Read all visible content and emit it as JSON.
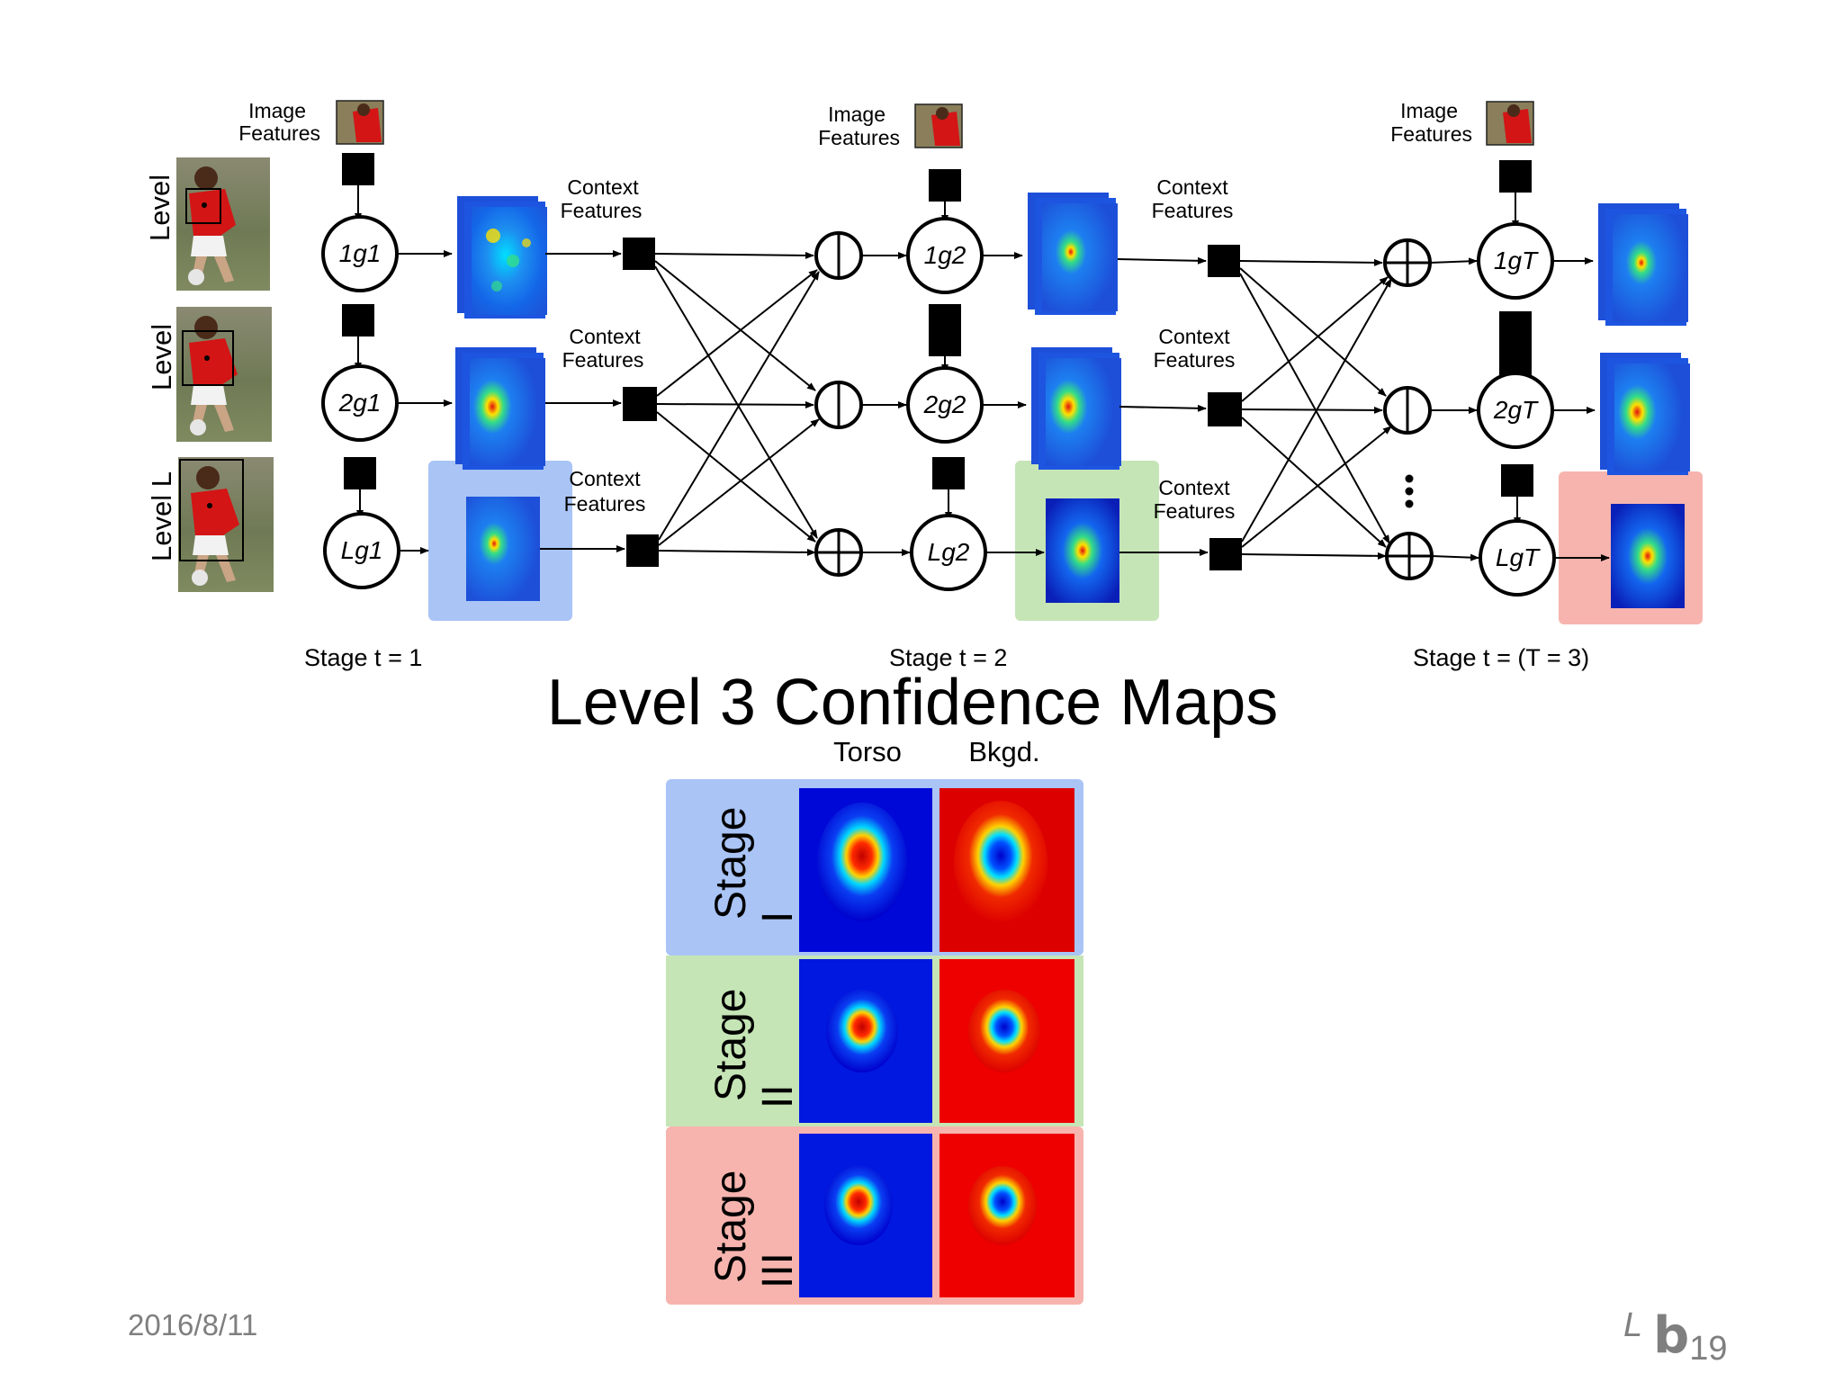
{
  "colors": {
    "stage1": "#a9c4f5",
    "stage2": "#c6e5b6",
    "stage3": "#f7b4ae",
    "map_bg": "#1133dd",
    "heat_hot": "#e01010",
    "heat_warm": "#ffe000",
    "heat_cool": "#33dd88"
  },
  "diagram": {
    "level_labels": [
      "Level",
      "Level",
      "Level L"
    ],
    "image_features_label": [
      "Image",
      "Features"
    ],
    "context_features_label": [
      "Context",
      "Features"
    ],
    "stage_labels": [
      "Stage t = 1",
      "Stage t = 2",
      "Stage t = (T = 3)"
    ],
    "nodes": {
      "stage1": [
        "1g1",
        "2g1",
        "Lg1"
      ],
      "stage2": [
        "1g2",
        "2g2",
        "Lg2"
      ],
      "stage3": [
        "1gT",
        "2gT",
        "LgT"
      ]
    },
    "combiner_icons": [
      "circle-vertical-bar-icon",
      "circle-plus-icon"
    ],
    "ellipsis_icon": "vertical-ellipsis-icon"
  },
  "confidence": {
    "title": "Level 3 Confidence Maps",
    "columns": [
      "Torso",
      "Bkgd."
    ],
    "rows": [
      {
        "stage_word": "Stage",
        "numeral": "I"
      },
      {
        "stage_word": "Stage",
        "numeral": "II"
      },
      {
        "stage_word": "Stage",
        "numeral": "III"
      }
    ]
  },
  "footer": {
    "date": "2016/8/11",
    "page_superscript": "L",
    "page_letter": "b",
    "page_subscript": "19"
  }
}
